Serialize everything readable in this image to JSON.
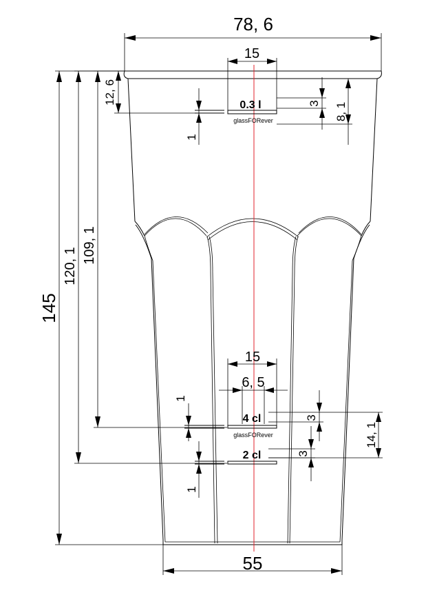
{
  "dimensions": {
    "top_width": "78, 6",
    "bottom_width": "55",
    "height_total": "145",
    "height_120": "120, 1",
    "height_109": "109, 1",
    "rim_to_mark": "12, 6",
    "label_width_top": "15",
    "label_width_bottom": "15",
    "label_inner_width": "6, 5",
    "text_height_top": "3",
    "text_height_4cl": "3",
    "text_height_2cl": "3",
    "offset_8": "8, 1",
    "offset_14": "14, 1",
    "line_thickness_top": "1",
    "line_thickness_4cl": "1",
    "line_thickness_2cl": "1"
  },
  "marks": {
    "top_volume": "0.3 l",
    "mid_volume": "4 cl",
    "low_volume": "2 cl",
    "brand_top": "glassFORever",
    "brand_bottom": "glassFORever"
  }
}
